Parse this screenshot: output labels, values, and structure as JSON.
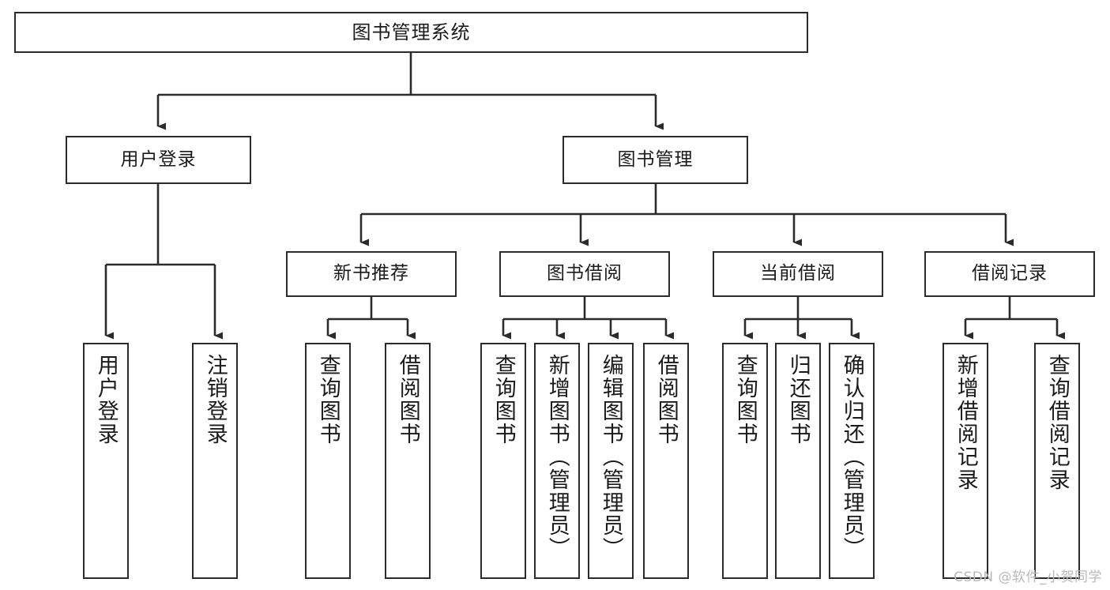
{
  "diagram": {
    "title": "图书管理系统",
    "type": "tree-hierarchy",
    "watermark": "CSDN @软件_小贺同学",
    "colors": {
      "box_border": "#2b2b2b",
      "box_fill": "#ffffff",
      "connector": "#2b2b2b",
      "text": "#1a1a1a",
      "watermark": "#b9b9b9"
    },
    "levels": {
      "root": "图书管理系统",
      "level2": [
        "用户登录",
        "图书管理"
      ],
      "level3": [
        "新书推荐",
        "图书借阅",
        "当前借阅",
        "借阅记录"
      ]
    },
    "nodes": {
      "root": {
        "label": "图书管理系统"
      },
      "user_login": {
        "label": "用户登录"
      },
      "book_manage": {
        "label": "图书管理"
      },
      "new_book_rec": {
        "label": "新书推荐"
      },
      "book_borrow": {
        "label": "图书借阅"
      },
      "current_borrow": {
        "label": "当前借阅"
      },
      "borrow_record": {
        "label": "借阅记录"
      }
    },
    "leaves": {
      "user_login": [
        {
          "label": "用户登录"
        },
        {
          "label": "注销登录"
        }
      ],
      "new_book_rec": [
        {
          "label": "查询图书"
        },
        {
          "label": "借阅图书"
        }
      ],
      "book_borrow": [
        {
          "label": "查询图书"
        },
        {
          "label": "新增图书（管理员）"
        },
        {
          "label": "编辑图书（管理员）"
        },
        {
          "label": "借阅图书"
        }
      ],
      "current_borrow": [
        {
          "label": "查询图书"
        },
        {
          "label": "归还图书"
        },
        {
          "label": "确认归还（管理员）"
        }
      ],
      "borrow_record": [
        {
          "label": "新增借阅记录"
        },
        {
          "label": "查询借阅记录"
        }
      ]
    }
  }
}
